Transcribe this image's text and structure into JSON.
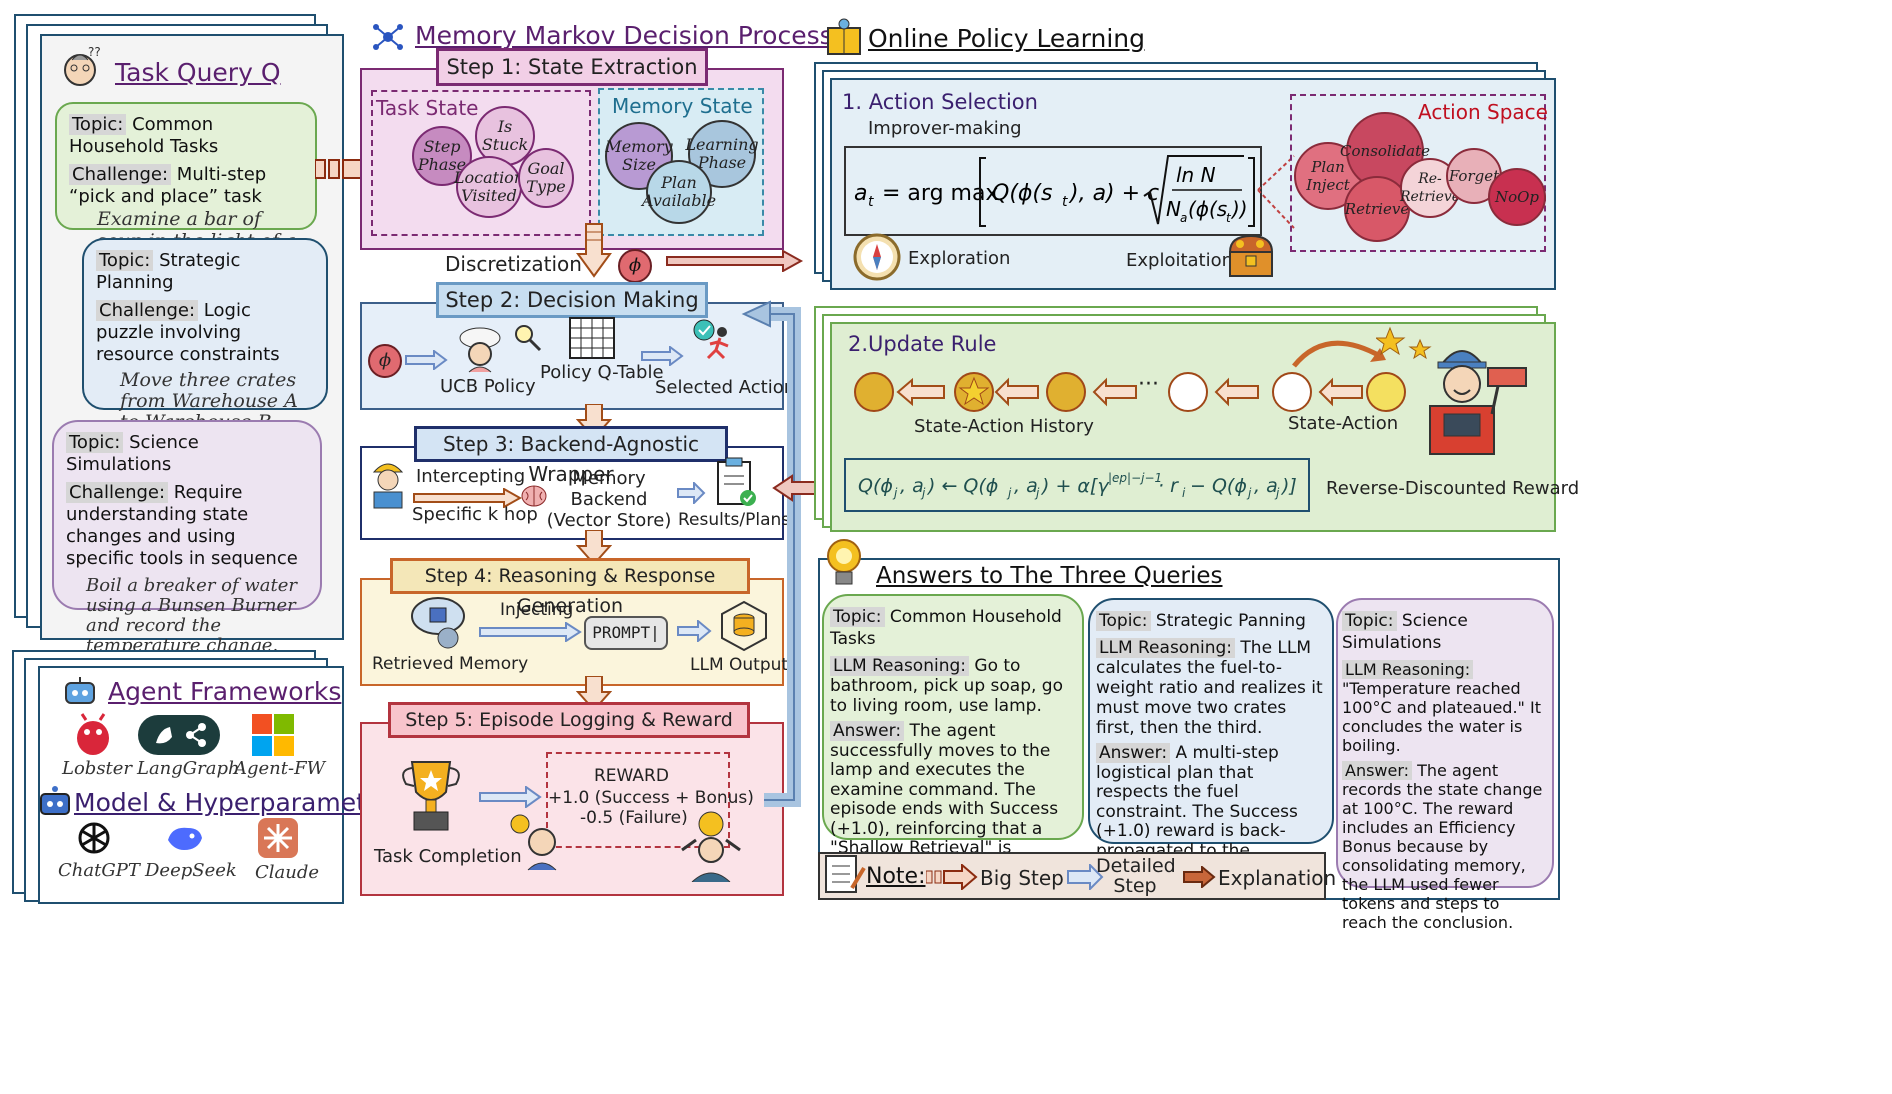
{
  "titles": {
    "task_query": "Task Query Q",
    "mdp": "Memory Markov Decision Process",
    "online": "Online Policy Learning",
    "answers": "Answers to The Three Queries",
    "frameworks": "Agent Frameworks",
    "models": "Model & Hyperparameters"
  },
  "task_queries": [
    {
      "topic_tag": "Topic:",
      "topic": "Common Household Tasks",
      "challenge_tag": "Challenge:",
      "challenge": "Multi-step “pick and place” task",
      "example": "Examine a bar of soup in the light of a floor lamp."
    },
    {
      "topic_tag": "Topic:",
      "topic": "Strategic Planning",
      "challenge_tag": "Challenge:",
      "challenge": "Logic puzzle involving resource constraints",
      "example": "Move three crates from Warehouse A to Warehouse B using a single truck with limited fuel."
    },
    {
      "topic_tag": "Topic:",
      "topic": "Science Simulations",
      "challenge_tag": "Challenge:",
      "challenge": "Require understanding state changes and using specific tools in sequence",
      "example": "Boil a breaker of water using a Bunsen Burner and record the temperature change."
    }
  ],
  "frameworks": [
    "Lobster",
    "LangGraph",
    "Agent-FW"
  ],
  "models": [
    "ChatGPT",
    "DeepSeek",
    "Claude"
  ],
  "step1": {
    "title": "Step 1: State Extraction",
    "task_state": "Task State",
    "memory_state": "Memory State",
    "task_circles": [
      "Step Phase",
      "Is Stuck",
      "Location Visited",
      "Goal Type"
    ],
    "memory_circles": [
      "Memory Size",
      "Learning Phase",
      "Plan Available"
    ]
  },
  "discretization": "Discretization",
  "phi": "ϕ",
  "step2": {
    "title": "Step 2: Decision Making",
    "ucb": "UCB Policy",
    "qtable": "Policy Q-Table",
    "selected": "Selected Action"
  },
  "step3": {
    "title": "Step 3: Backend-Agnostic Wrapper",
    "intercepting": "Intercepting",
    "khop": "Specific k hop",
    "backend": "Memory Backend (Vector Store)",
    "results": "Results/Plans"
  },
  "step4": {
    "title": "Step 4: Reasoning & Response Generation",
    "injecting": "Injecting",
    "prompt": "PROMPT|",
    "retrieved": "Retrieved Memory",
    "llm_output": "LLM Output"
  },
  "step5": {
    "title": "Step 5: Episode Logging & Reward",
    "reward_title": "REWARD",
    "reward_success": "+1.0 (Success + Bonus)",
    "reward_fail": "-0.5 (Failure)",
    "task_completion": "Task Completion"
  },
  "action_selection": {
    "title": "1. Action Selection",
    "sub": "Improver-making",
    "exploration": "Exploration",
    "exploitation": "Exploitation",
    "action_space": "Action Space",
    "actions": [
      "Plan Inject",
      "Consolidate",
      "Retrieve",
      "Re-Retrieve",
      "Forget",
      "NoOp"
    ]
  },
  "update_rule": {
    "title": "2.Update Rule",
    "history": "State-Action History",
    "state_action": "State-Action",
    "reward": "Reverse-Discounted Reward",
    "ellipsis": "···"
  },
  "answers": [
    {
      "topic_tag": "Topic:",
      "topic": "Common Household Tasks",
      "reason_tag": "LLM Reasoning:",
      "reason": "Go to bathroom, pick up soap, go to living room, use lamp.",
      "answer_tag": "Answer:",
      "answer": "The agent successfully moves to the lamp and executes the examine command. The episode ends with Success (+1.0), reinforcing that a \"Shallow Retrieval\" is sufficient for object localization."
    },
    {
      "topic_tag": "Topic:",
      "topic": "Strategic Panning",
      "reason_tag": "LLM Reasoning:",
      "reason": "The LLM calculates the fuel-to-weight ratio and realizes it must move two crates first, then the third.",
      "answer_tag": "Answer:",
      "answer": "A multi-step logistical plan that respects the fuel constraint. The Success (+1.0) reward is back-propagated to the PLAN_INJECT action for this \"stuck\" state."
    },
    {
      "topic_tag": "Topic:",
      "topic": "Science Simulations",
      "reason_tag": "LLM Reasoning:",
      "reason": "\"Temperature reached 100°C and plateaued.\" It concludes the water is boiling.",
      "answer_tag": "Answer:",
      "answer": "The agent records the state change at 100°C. The reward includes an Efficiency Bonus because by consolidating memory, the LLM used fewer tokens and steps to reach the conclusion."
    }
  ],
  "note": {
    "label": "Note:",
    "big": "Big Step",
    "detailed": "Detailed Step",
    "explanation": "Explanation"
  },
  "colors": {
    "purple": "#7b2a72",
    "blue": "#1f4f6f",
    "green": "#6aa84f",
    "orange": "#c8662a",
    "red": "#b3343f"
  }
}
